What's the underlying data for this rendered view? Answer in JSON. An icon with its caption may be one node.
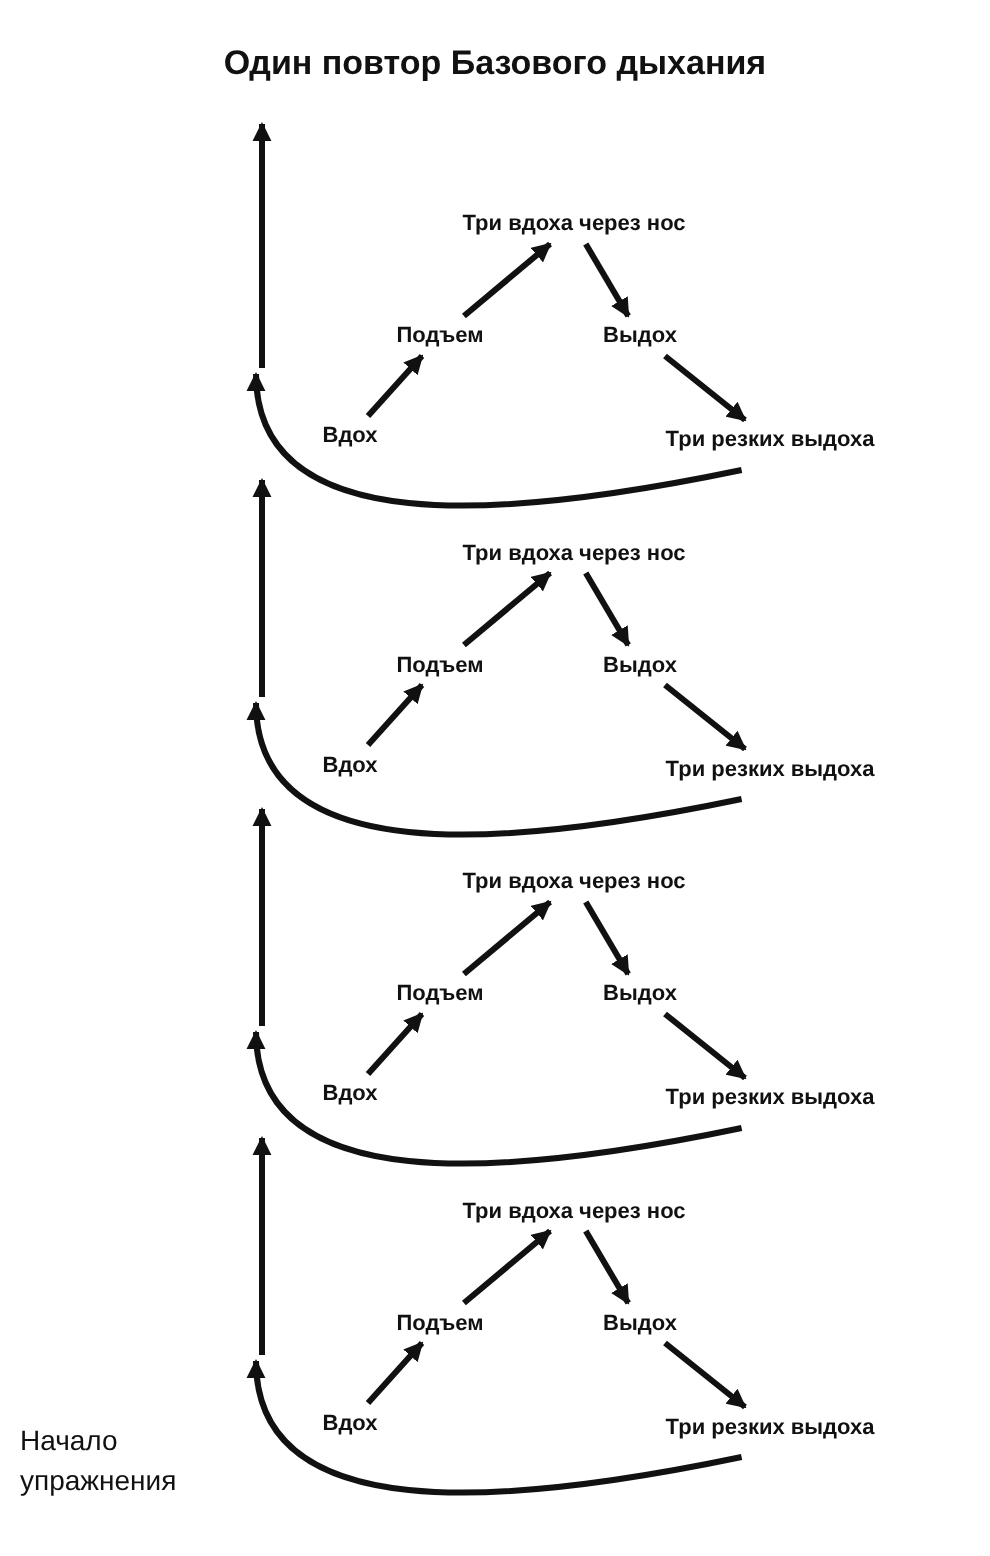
{
  "diagram": {
    "title": "Один повтор Базового дыхания",
    "nodes": [
      {
        "text": [
          "Три вдоха через нос"
        ]
      },
      {
        "text": [
          "Подъем"
        ]
      },
      {
        "text": [
          "Выдох"
        ]
      },
      {
        "text": [
          "Вдох"
        ]
      },
      {
        "text": [
          "Три резких выдоха"
        ]
      },
      {
        "text": [
          "Три вдоха через нос"
        ]
      },
      {
        "text": [
          "Подъем"
        ]
      },
      {
        "text": [
          "Выдох"
        ]
      },
      {
        "text": [
          "Вдох"
        ]
      },
      {
        "text": [
          "Три резких выдоха"
        ]
      },
      {
        "text": [
          "Три вдоха через нос"
        ]
      },
      {
        "text": [
          "Подъем"
        ]
      },
      {
        "text": [
          "Выдох"
        ]
      },
      {
        "text": [
          "Вдох"
        ]
      },
      {
        "text": [
          "Три резких выдоха"
        ]
      },
      {
        "text": [
          "Три вдоха через нос"
        ]
      },
      {
        "text": [
          "Подъем"
        ]
      },
      {
        "text": [
          "Выдох"
        ]
      },
      {
        "text": [
          "Вдох"
        ]
      },
      {
        "text": [
          "Три резких выдоха"
        ]
      }
    ],
    "edges": [
      {
        "from": 3,
        "to": 1,
        "arrow": "to"
      },
      {
        "from": 1,
        "to": 0,
        "arrow": "to"
      },
      {
        "from": 0,
        "to": 2,
        "arrow": "to"
      },
      {
        "from": 2,
        "to": 4,
        "arrow": "to"
      },
      {
        "from": 4,
        "to": null,
        "arrow": "to"
      },
      {
        "from": 8,
        "to": 6,
        "arrow": "to"
      },
      {
        "from": 6,
        "to": 5,
        "arrow": "to"
      },
      {
        "from": 5,
        "to": 7,
        "arrow": "to"
      },
      {
        "from": 7,
        "to": 9,
        "arrow": "to"
      },
      {
        "from": 9,
        "to": null,
        "arrow": "to"
      },
      {
        "from": 13,
        "to": 11,
        "arrow": "to"
      },
      {
        "from": 11,
        "to": 10,
        "arrow": "to"
      },
      {
        "from": 10,
        "to": 12,
        "arrow": "to"
      },
      {
        "from": 12,
        "to": 14,
        "arrow": "to"
      },
      {
        "from": 14,
        "to": null,
        "arrow": "to"
      },
      {
        "from": 18,
        "to": 16,
        "arrow": "to"
      },
      {
        "from": 16,
        "to": 15,
        "arrow": "to"
      },
      {
        "from": 15,
        "to": 17,
        "arrow": "to"
      },
      {
        "from": 17,
        "to": 19,
        "arrow": "to"
      },
      {
        "from": 19,
        "to": null,
        "arrow": "to"
      }
    ],
    "labels": [
      "Начало упражнения"
    ]
  }
}
